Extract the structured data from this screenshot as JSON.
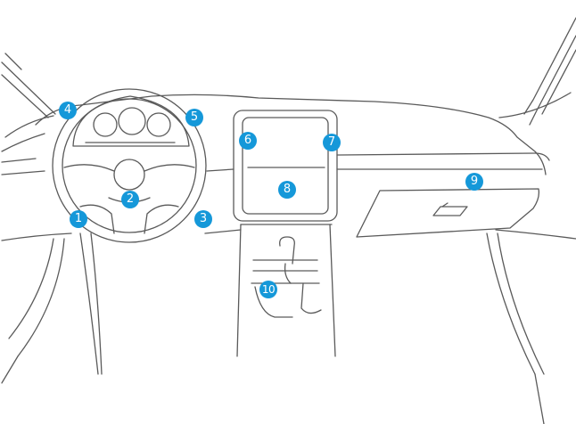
{
  "colors": {
    "line": "#5a5a5a",
    "marker_bg": "#1598d9",
    "marker_text": "#ffffff",
    "background": "#ffffff"
  },
  "markers": [
    {
      "label": "1"
    },
    {
      "label": "2"
    },
    {
      "label": "3"
    },
    {
      "label": "4"
    },
    {
      "label": "5"
    },
    {
      "label": "6"
    },
    {
      "label": "7"
    },
    {
      "label": "8"
    },
    {
      "label": "9"
    },
    {
      "label": "10"
    }
  ]
}
